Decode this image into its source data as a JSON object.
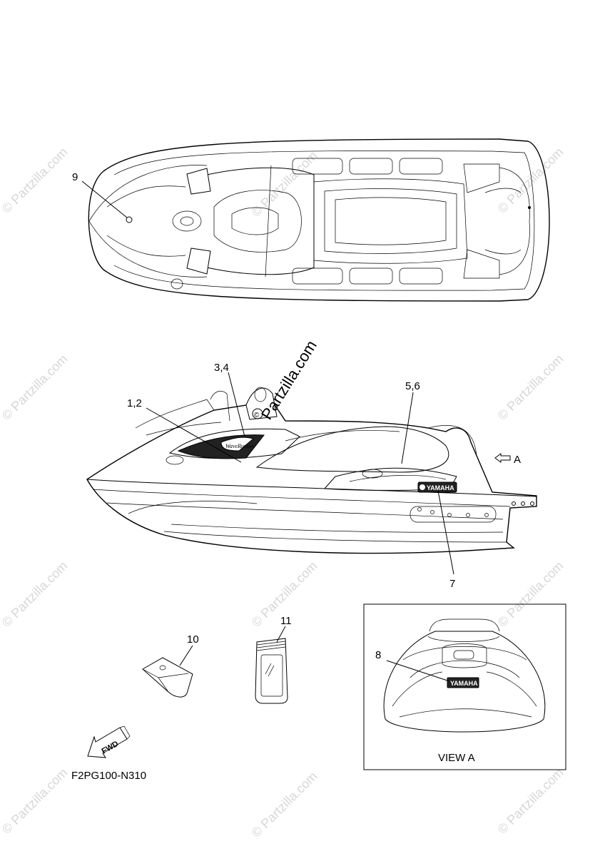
{
  "watermark": {
    "text": "© Partzilla.com",
    "center_text": "Partzilla.com"
  },
  "callouts": {
    "c9": "9",
    "c12": "1,2",
    "c34": "3,4",
    "c56": "5,6",
    "c7": "7",
    "c8": "8",
    "c10": "10",
    "c11": "11",
    "view_arrow": "A"
  },
  "view_a": {
    "label": "VIEW A",
    "badge": "YAMAHA"
  },
  "side_view": {
    "hull_badge": "YAMAHA",
    "decal_text": "WaveRunner"
  },
  "fwd_label": "FWD",
  "part_code": "F2PG100-N310"
}
